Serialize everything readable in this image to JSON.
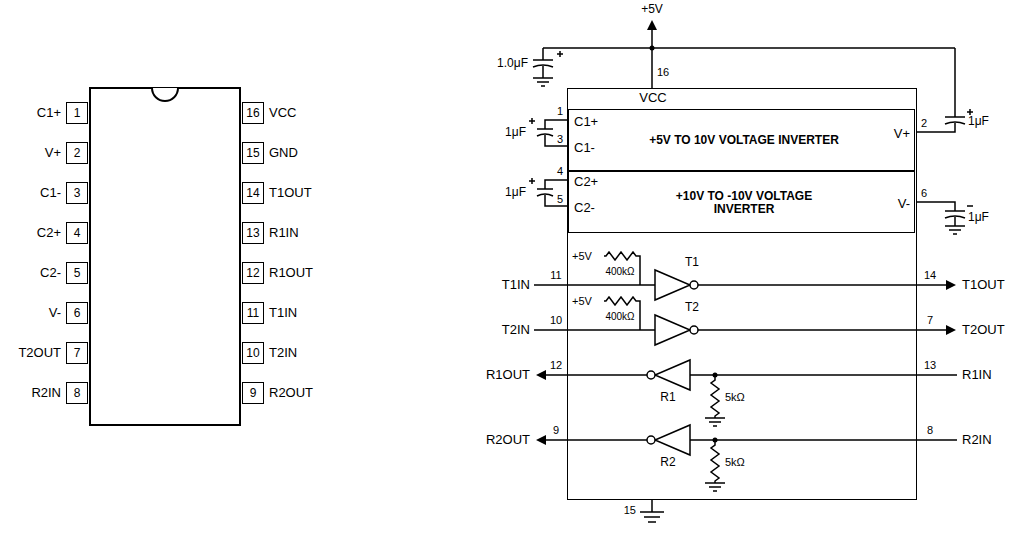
{
  "diagram": {
    "nodes": [
      {
        "text": [
          "1"
        ]
      },
      {
        "text": [
          "2"
        ]
      },
      {
        "text": [
          "3"
        ]
      },
      {
        "text": [
          "4"
        ]
      },
      {
        "text": [
          "5"
        ]
      },
      {
        "text": [
          "6"
        ]
      },
      {
        "text": [
          "7"
        ]
      },
      {
        "text": [
          "8"
        ]
      },
      {
        "text": [
          "16"
        ]
      },
      {
        "text": [
          "15"
        ]
      },
      {
        "text": [
          "14"
        ]
      },
      {
        "text": [
          "13"
        ]
      },
      {
        "text": [
          "12"
        ]
      },
      {
        "text": [
          "11"
        ]
      },
      {
        "text": [
          "10"
        ]
      },
      {
        "text": [
          "9"
        ]
      },
      {
        "text": [
          "VCC"
        ]
      },
      {
        "text": [
          "C1+",
          "+5V TO 10V VOLTAGE INVERTER",
          "V+",
          "C1-"
        ],
        "in": 16
      },
      {
        "text": [
          "C2+",
          "+10V TO -10V VOLTAGE INVERTER",
          "V-",
          "C2-"
        ],
        "in": 16
      }
    ],
    "labels": [
      "C1+",
      "V+",
      "C1-",
      "C2+",
      "C2-",
      "V-",
      "T2OUT",
      "R2IN",
      "VCC",
      "GND",
      "T1OUT",
      "R1IN",
      "R1OUT",
      "T1IN",
      "T2IN",
      "R2OUT",
      "+5V",
      "1.0μF",
      "16",
      "1μF",
      "2",
      "1",
      "3",
      "1μF",
      "4",
      "5",
      "1μF",
      "6",
      "1μF",
      "+5V",
      "400kΩ",
      "T1",
      "11",
      "T1IN",
      "14",
      "T1OUT",
      "+5V",
      "400kΩ",
      "T2",
      "10",
      "T2IN",
      "7",
      "T2OUT",
      "12",
      "R1OUT",
      "R1",
      "13",
      "R1IN",
      "5kΩ",
      "9",
      "R2OUT",
      "R2",
      "8",
      "R2IN",
      "5kΩ",
      "15"
    ]
  }
}
